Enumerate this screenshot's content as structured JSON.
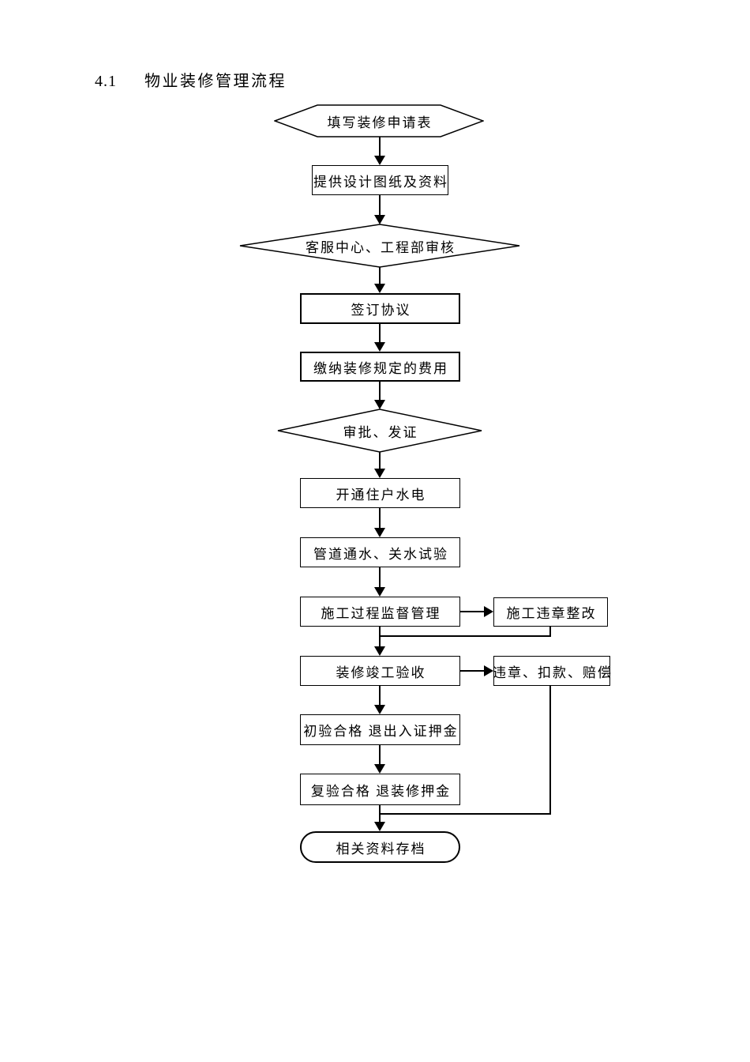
{
  "page": {
    "section_number": "4.1",
    "title": "物业装修管理流程"
  },
  "flowchart": {
    "colors": {
      "line": "#000000",
      "fill": "#ffffff",
      "text": "#000000"
    },
    "nodes": {
      "fill_application": {
        "type": "hexagon-start",
        "label": "填写装修申请表"
      },
      "provide_drawings": {
        "type": "process",
        "label": "提供设计图纸及资料"
      },
      "review": {
        "type": "decision",
        "label": "客服中心、工程部审核"
      },
      "sign_agreement": {
        "type": "process",
        "label": "签订协议"
      },
      "pay_fees": {
        "type": "process",
        "label": "缴纳装修规定的费用"
      },
      "approve_certify": {
        "type": "decision",
        "label": "审批、发证"
      },
      "open_utilities": {
        "type": "process",
        "label": "开通住户水电"
      },
      "pipe_test": {
        "type": "process",
        "label": "管道通水、关水试验"
      },
      "supervision": {
        "type": "process",
        "label": "施工过程监督管理"
      },
      "violation_rectify": {
        "type": "process",
        "label": "施工违章整改"
      },
      "completion_acceptance": {
        "type": "process",
        "label": "装修竣工验收"
      },
      "penalty": {
        "type": "process",
        "label": "违章、扣款、赔偿"
      },
      "initial_pass": {
        "type": "process",
        "label": "初验合格 退出入证押金"
      },
      "recheck_pass": {
        "type": "process",
        "label": "复验合格 退装修押金"
      },
      "archive": {
        "type": "terminator",
        "label": "相关资料存档"
      }
    }
  }
}
